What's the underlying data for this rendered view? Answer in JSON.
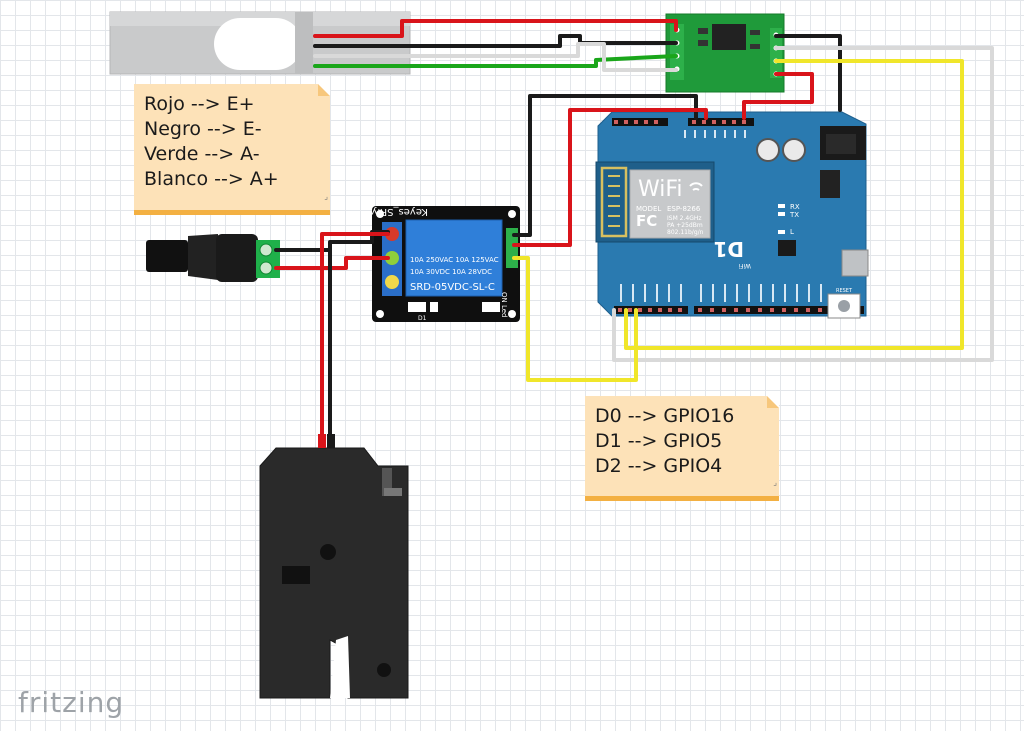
{
  "note_wires": {
    "lines": [
      "Rojo --> E+",
      "Negro --> E-",
      "Verde --> A-",
      "Blanco --> A+"
    ]
  },
  "note_pins": {
    "lines": [
      "D0 --> GPIO16",
      "D1 --> GPIO5",
      "D2 --> GPIO4"
    ]
  },
  "relay": {
    "brand": "Keyes_SRly",
    "spec1": "10A 250VAC  10A 125VAC",
    "spec2": "10A  30VDC  10A  28VDC",
    "model": "SRD-05VDC-SL-C",
    "side_label": "ON Led",
    "component_label": "D1"
  },
  "wifi_module": {
    "title": "WiFi",
    "model_label": "MODEL",
    "model": "ESP-8266",
    "line1": "ISM 2.4GHz",
    "line2": "PA +25dBm",
    "line3": "802.11b/g/n"
  },
  "board": {
    "logo": "D1",
    "wifi_label": "WiFi",
    "rx": "RX",
    "tx": "TX",
    "l": "L",
    "reset": "RESET"
  },
  "brand": "fritzing",
  "colors": {
    "wire_red": "#d9141a",
    "wire_black": "#1a1a1a",
    "wire_green": "#1aa61a",
    "wire_yellow": "#f0e62a",
    "wire_white": "#d9d9d9",
    "board_blue": "#2a7ab0",
    "note_bg": "#fde2b8"
  }
}
